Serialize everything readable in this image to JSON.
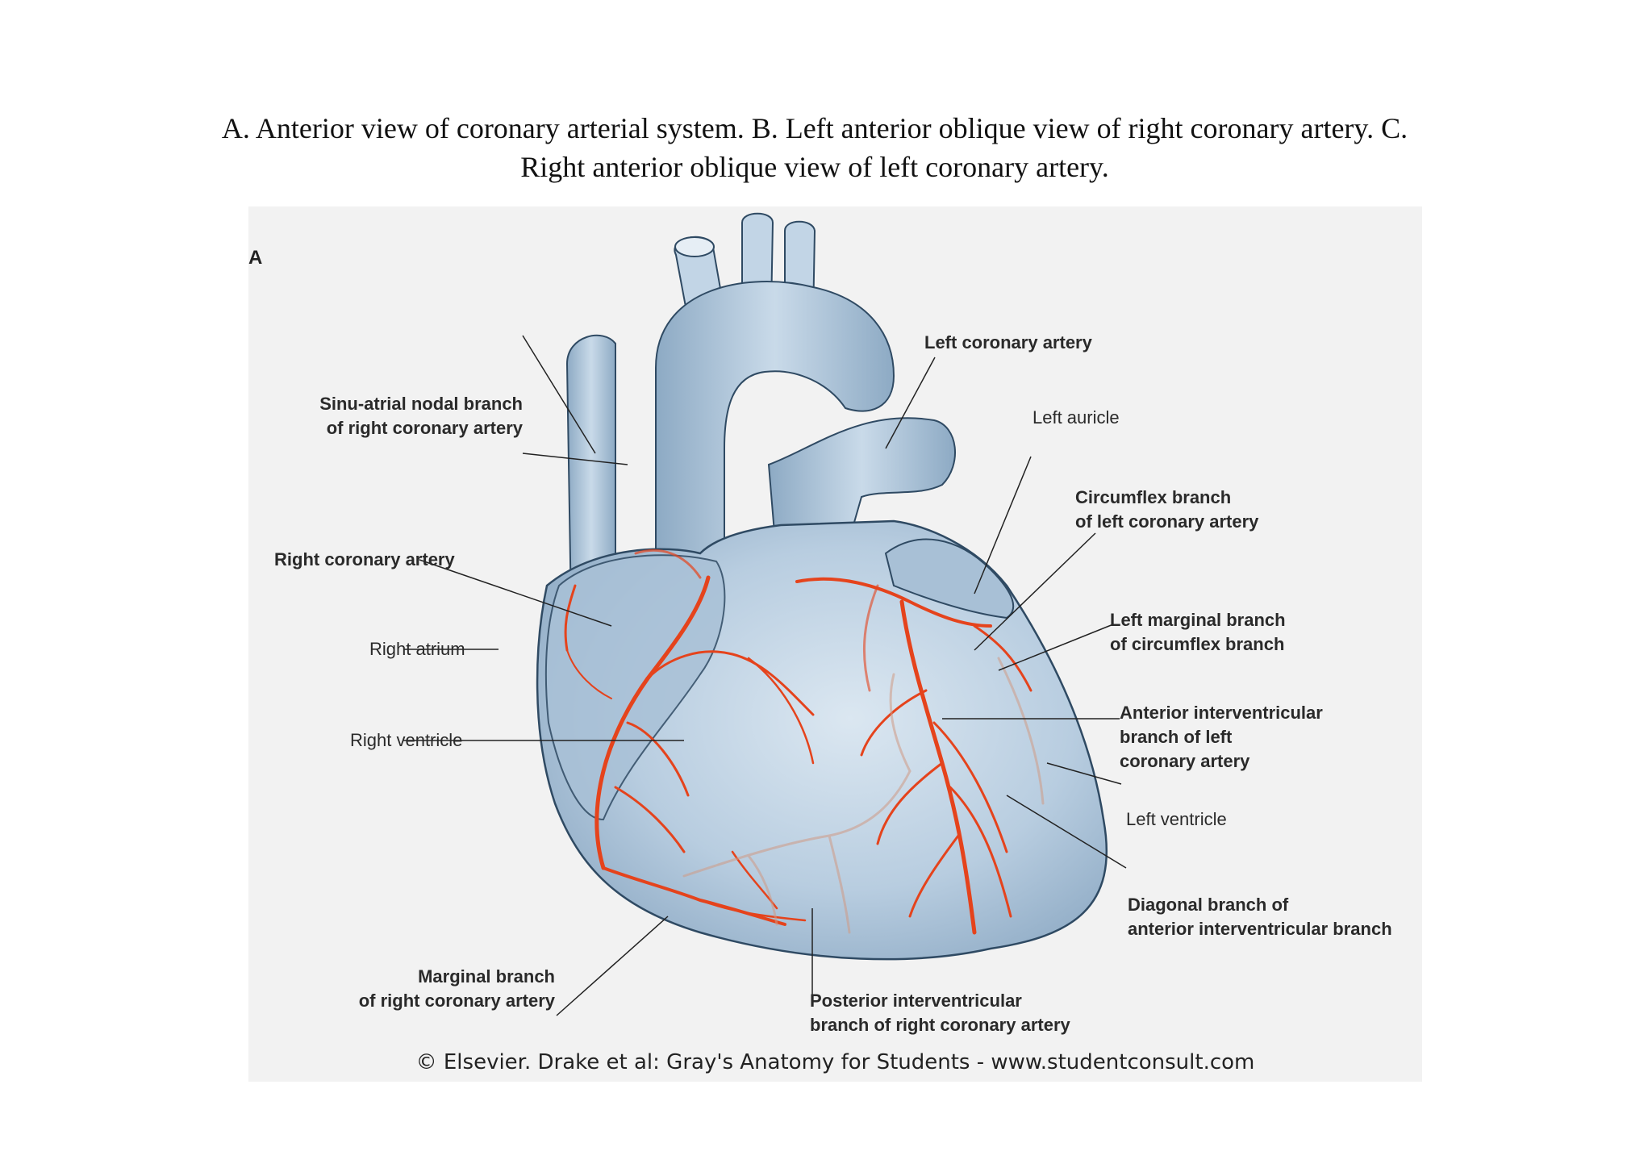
{
  "caption": "A. Anterior view of coronary arterial system. B. Left anterior oblique view of right coronary artery. C. Right anterior oblique view of left coronary artery.",
  "figure": {
    "panel_letter": "A",
    "labels": {
      "sinu_atrial": "Sinu-atrial nodal branch\nof right coronary artery",
      "right_coronary": "Right coronary artery",
      "right_atrium": "Right atrium",
      "right_ventricle": "Right ventricle",
      "marginal_right": "Marginal branch\nof right coronary artery",
      "posterior_iv": "Posterior interventricular\nbranch of right coronary artery",
      "left_coronary": "Left coronary artery",
      "left_auricle": "Left auricle",
      "circumflex": "Circumflex branch\nof left coronary artery",
      "left_marginal": "Left marginal branch\nof circumflex branch",
      "anterior_iv": "Anterior interventricular\nbranch of left\ncoronary artery",
      "left_ventricle": "Left ventricle",
      "diagonal": "Diagonal branch of\nanterior interventricular branch"
    },
    "credit": "© Elsevier. Drake et al: Gray's Anatomy for Students - www.studentconsult.com",
    "colors": {
      "heart": "#b9cfe0",
      "vessel": "#9fb9cf",
      "artery": "#e5431c",
      "outline": "#2f4a63"
    }
  }
}
